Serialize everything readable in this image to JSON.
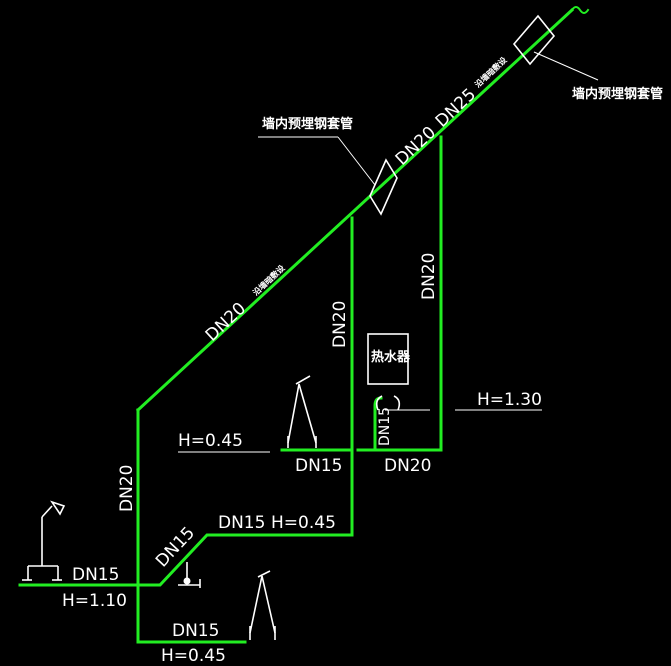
{
  "labels": {
    "dn25_riser": "DN25",
    "dn20_riser_top": "DN20",
    "dn20_diag": "DN20",
    "dn20_vert_mid": "DN20",
    "dn20_vert_right": "DN20",
    "dn20_vert_left": "DN20",
    "dn20_heater_branch": "DN20",
    "dn15_heater": "DN15",
    "dn15_basin_mid": "DN15",
    "dn15_branch": "DN15",
    "h045_branch": "H=0.45",
    "dn15_diag_small": "DN15",
    "dn15_shower": "DN15",
    "h110": "H=1.10",
    "dn15_bottom": "DN15",
    "h045_bottom": "H=0.45",
    "h045_mid": "H=0.45",
    "h130": "H=1.30",
    "sleeve_top": "墙内预埋钢套管",
    "sleeve_mid": "墙内预埋钢套管",
    "wall_note_top": "沿墙暗敷设",
    "wall_note_mid": "沿墙暗敷设",
    "heater": "热水器"
  },
  "colors": {
    "pipe": "#22ee22",
    "annotation": "#ffffff",
    "background": "#000000"
  }
}
